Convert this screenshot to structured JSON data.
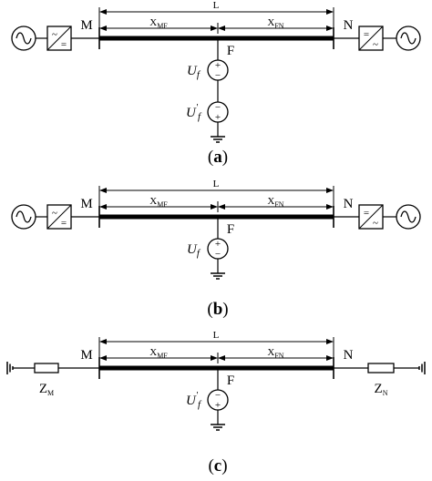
{
  "panels": [
    {
      "id": "a",
      "caption": "a",
      "left_end_label": "M",
      "right_end_label": "N",
      "length_label": "L",
      "fault_label": "F",
      "segment_left": {
        "base": "X",
        "sub": "MF"
      },
      "segment_right": {
        "base": "X",
        "sub": "FN"
      },
      "left_source": "ac-dc-converter",
      "right_source": "dc-ac-converter",
      "fault_sources": [
        {
          "symbol": "U",
          "sub": "f",
          "prime": "",
          "polarity": "plus-top"
        },
        {
          "symbol": "U",
          "sub": "f",
          "prime": "'",
          "polarity": "minus-top"
        }
      ]
    },
    {
      "id": "b",
      "caption": "b",
      "left_end_label": "M",
      "right_end_label": "N",
      "length_label": "L",
      "fault_label": "F",
      "segment_left": {
        "base": "X",
        "sub": "MF"
      },
      "segment_right": {
        "base": "X",
        "sub": "FN"
      },
      "left_source": "ac-dc-converter",
      "right_source": "dc-ac-converter",
      "fault_sources": [
        {
          "symbol": "U",
          "sub": "f",
          "prime": "",
          "polarity": "plus-top"
        }
      ]
    },
    {
      "id": "c",
      "caption": "c",
      "left_end_label": "M",
      "right_end_label": "N",
      "length_label": "L",
      "fault_label": "F",
      "segment_left": {
        "base": "X",
        "sub": "MF"
      },
      "segment_right": {
        "base": "X",
        "sub": "FN"
      },
      "left_impedance": {
        "base": "Z",
        "sub": "M"
      },
      "right_impedance": {
        "base": "Z",
        "sub": "N"
      },
      "fault_sources": [
        {
          "symbol": "U",
          "sub": "f",
          "prime": "'",
          "polarity": "minus-top"
        }
      ]
    }
  ]
}
